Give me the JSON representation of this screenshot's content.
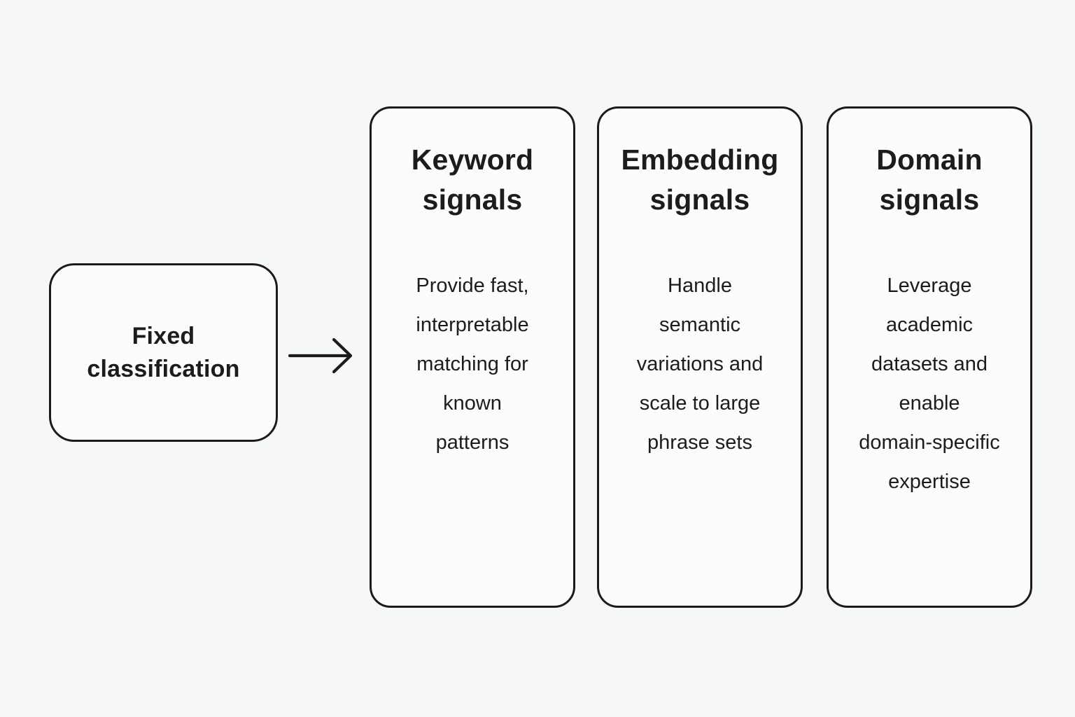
{
  "colors": {
    "background": "#f6f7f7",
    "card_fill": "#fcfcfc",
    "stroke": "#1b1b1b",
    "text": "#1c1c1e"
  },
  "source_box": {
    "label": "Fixed classification"
  },
  "arrow": {
    "icon": "right-arrow-icon"
  },
  "cards": [
    {
      "title": "Keyword signals",
      "body": "Provide fast, interpretable matching for known patterns",
      "body_lines": [
        "Provide fast,",
        "interpretable",
        "matching for",
        "known",
        "patterns"
      ]
    },
    {
      "title": "Embedding signals",
      "body": "Handle semantic variations and scale to large phrase sets",
      "body_lines": [
        "Handle",
        "semantic",
        "variations and",
        "scale to large",
        "phrase sets"
      ]
    },
    {
      "title": "Domain signals",
      "body": "Leverage academic datasets and enable domain-specific expertise",
      "body_lines": [
        "Leverage",
        "academic",
        "datasets and",
        "enable",
        "domain-specific",
        "expertise"
      ]
    }
  ]
}
